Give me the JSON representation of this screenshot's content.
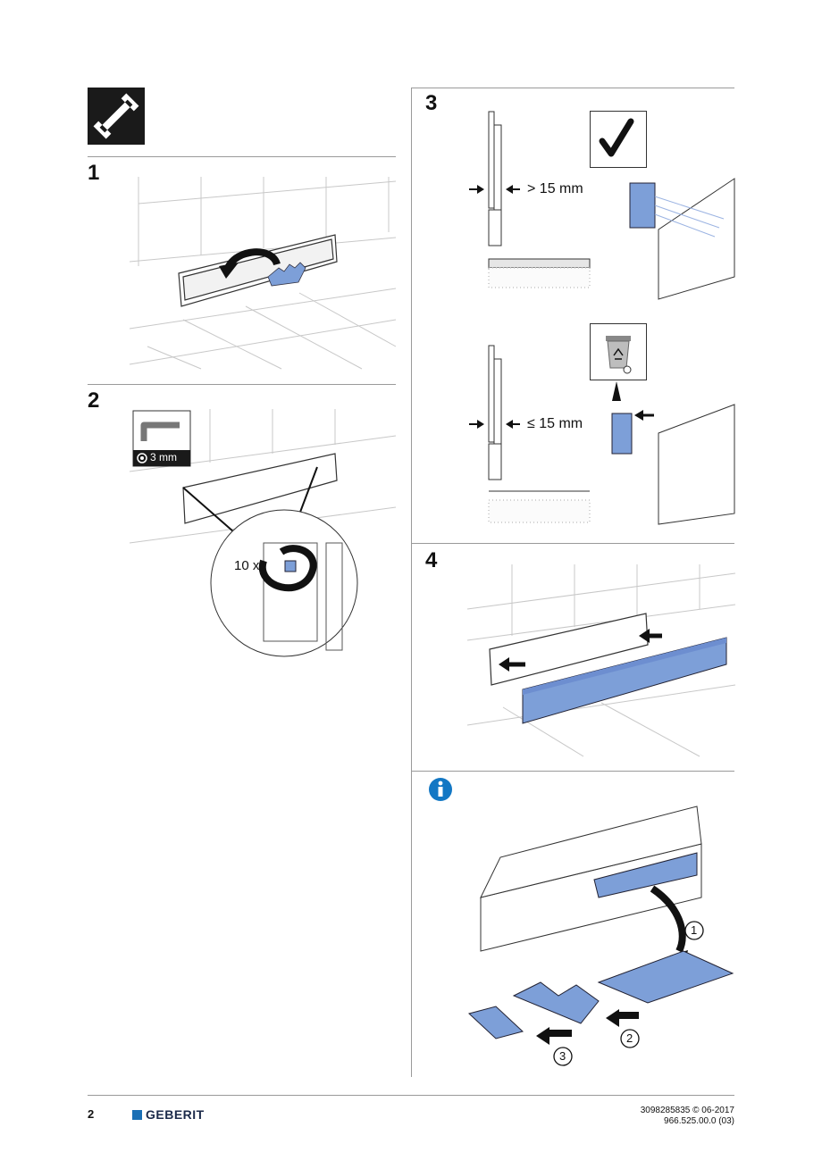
{
  "steps": {
    "s1": "1",
    "s2": "2",
    "s3": "3",
    "s4": "4"
  },
  "step2": {
    "tool_size": "3 mm",
    "turns": "10 x"
  },
  "step3": {
    "gt_label": "> 15 mm",
    "le_label": "≤ 15 mm"
  },
  "info": {
    "n1": "1",
    "n2": "2",
    "n3": "3"
  },
  "footer": {
    "page_number": "2",
    "brand": "GEBERIT",
    "doc_number": "3098285835 © 06-2017",
    "doc_code": "966.525.00.0 (03)"
  },
  "colors": {
    "accent_blue": "#7d9fd8",
    "brand_blue": "#1a6fb5",
    "info_blue": "#1277c4"
  },
  "icons": [
    "wrench-icon",
    "checkmark-icon",
    "recycle-bin-icon",
    "info-icon",
    "allen-key-icon"
  ]
}
